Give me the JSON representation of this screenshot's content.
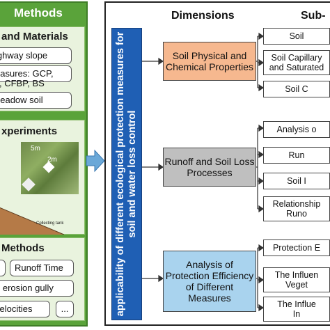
{
  "left_panel": {
    "title": "Methods",
    "materials": {
      "title": "and Materials",
      "items": [
        "ighway slope",
        "easures: GCP,",
        "P,  CFBP,  BS",
        "neadow soil"
      ]
    },
    "experiments": {
      "title": "xperiments",
      "photo_labels": [
        "5m",
        "2m"
      ],
      "slope_label": "Collecting tank"
    },
    "methods": {
      "title": "Methods",
      "row1": [
        "",
        "Runoff Time"
      ],
      "row2": "e erosion gully",
      "row3": [
        "velocities",
        "..."
      ]
    }
  },
  "right_panel": {
    "vertical_label": "applicability of different ecological protection measures for soil and water loss control",
    "dimensions_heading": "Dimensions",
    "sub_heading": "Sub-",
    "dimensions": [
      {
        "label": "Soil Physical and Chemical Properties",
        "color": "#f6b88f"
      },
      {
        "label": "Runoff and Soil Loss Processes",
        "color": "#bfbfbf"
      },
      {
        "label": "Analysis of Protection Efficiency of Different Measures",
        "color": "#a9d3ee"
      }
    ],
    "subs": [
      [
        "Soil",
        "Soil Capillary\nand Saturated",
        "Soil C"
      ],
      [
        "Analysis o",
        "Run",
        "Soil I",
        "Relationship\nRuno"
      ],
      [
        "Protection E",
        "The Influen\nVeget",
        "The Influe\nIn"
      ]
    ]
  },
  "colors": {
    "green": "#5aa33a",
    "blue": "#1f5fb4",
    "arrow": "#6aa8d8"
  }
}
